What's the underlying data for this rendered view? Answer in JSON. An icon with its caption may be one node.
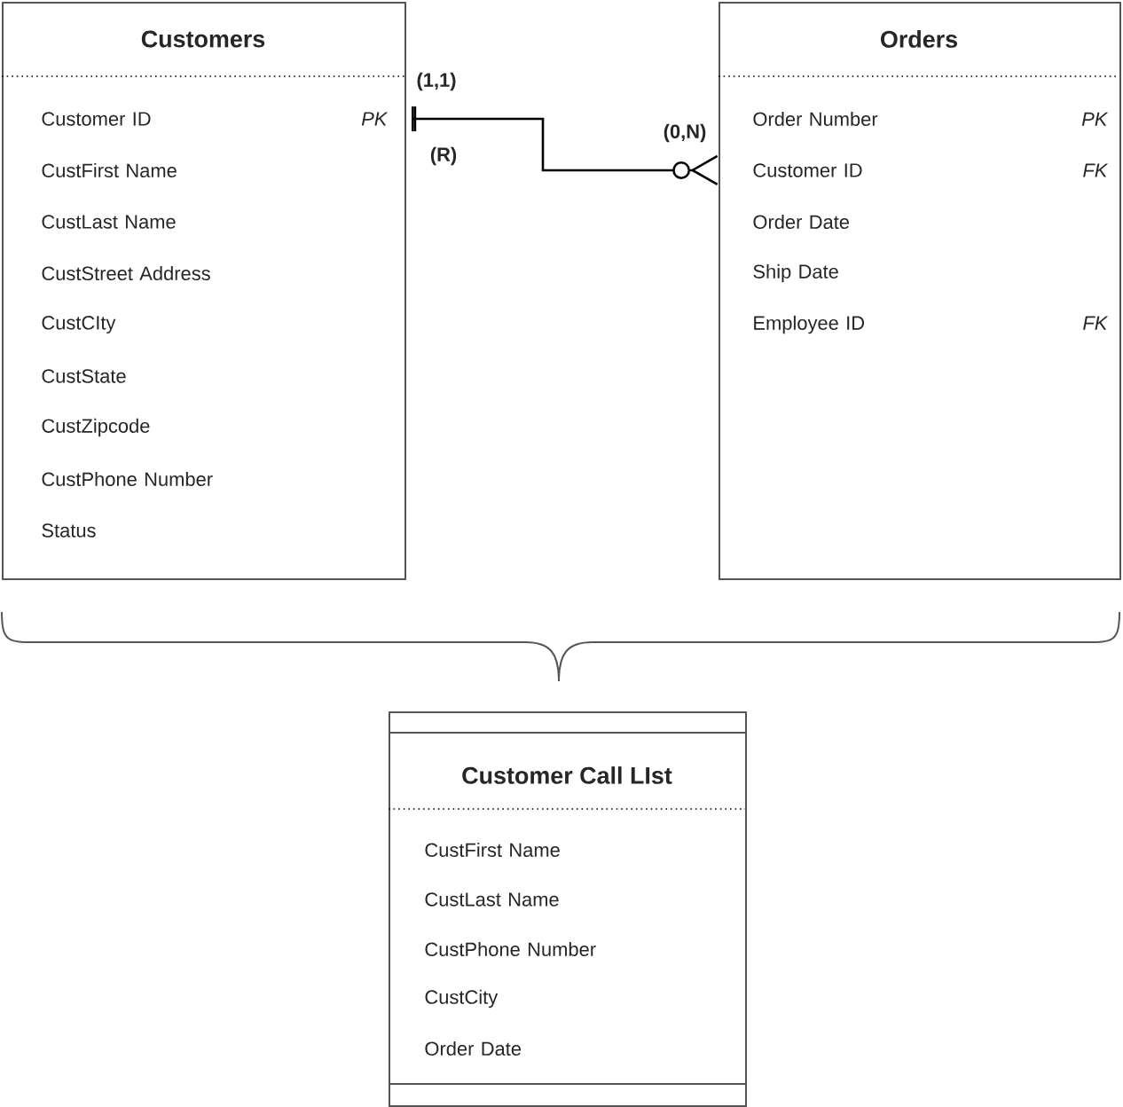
{
  "diagram": {
    "nodes": [
      {
        "text": [
          "Customers"
        ]
      },
      {
        "text": [
          "Customer ID",
          "PK"
        ],
        "in": 0
      },
      {
        "text": [
          "CustFirst Name"
        ],
        "in": 0
      },
      {
        "text": [
          "CustLast Name"
        ],
        "in": 0
      },
      {
        "text": [
          "CustStreet Address"
        ],
        "in": 0
      },
      {
        "text": [
          "CustCIty"
        ],
        "in": 0
      },
      {
        "text": [
          "CustState"
        ],
        "in": 0
      },
      {
        "text": [
          "CustZipcode"
        ],
        "in": 0
      },
      {
        "text": [
          "CustPhone Number"
        ],
        "in": 0
      },
      {
        "text": [
          "Status"
        ],
        "in": 0
      },
      {
        "text": [
          "Orders"
        ]
      },
      {
        "text": [
          "Order Number",
          "PK"
        ],
        "in": 10
      },
      {
        "text": [
          "Customer ID",
          "FK"
        ],
        "in": 10
      },
      {
        "text": [
          "Order Date"
        ],
        "in": 10
      },
      {
        "text": [
          "Ship Date"
        ],
        "in": 10
      },
      {
        "text": [
          "Employee ID",
          "FK"
        ],
        "in": 10
      },
      {
        "text": [
          "Customer Call LIst"
        ]
      },
      {
        "text": [
          "CustFirst Name"
        ],
        "in": 16
      },
      {
        "text": [
          "CustLast Name"
        ],
        "in": 16
      },
      {
        "text": [
          "CustPhone Number"
        ],
        "in": 16
      },
      {
        "text": [
          "CustCity"
        ],
        "in": 16
      },
      {
        "text": [
          "Order Date"
        ],
        "in": 16
      }
    ],
    "edges": [
      {
        "from": 0,
        "to": 10,
        "arrow": "other"
      }
    ],
    "labels": [
      "(1,1)",
      "(R)",
      "(0,N)"
    ]
  }
}
